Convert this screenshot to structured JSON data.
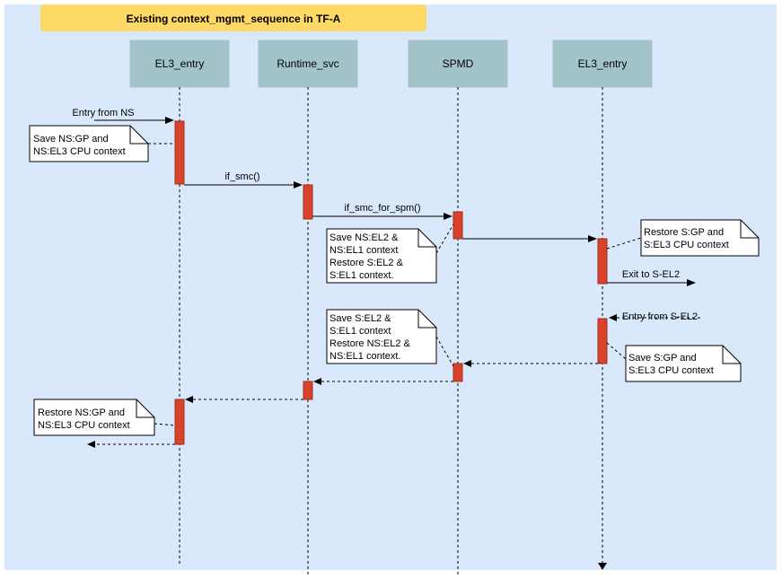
{
  "title": "Existing context_mgmt_sequence in TF-A",
  "lifelines": [
    {
      "id": "el3_entry_1",
      "label": "EL3_entry"
    },
    {
      "id": "runtime_svc",
      "label": "Runtime_svc"
    },
    {
      "id": "spmd",
      "label": "SPMD"
    },
    {
      "id": "el3_entry_2",
      "label": "EL3_entry"
    }
  ],
  "messages": {
    "entry_from_ns": "Entry from NS",
    "if_smc": "if_smc()",
    "if_smc_for_spm": "if_smc_for_spm()",
    "exit_to_sel2": "Exit to S-EL2",
    "entry_from_sel2": "Entry from S-EL2"
  },
  "notes": {
    "save_ns_gp": [
      "Save NS:GP and",
      "NS:EL3 CPU context"
    ],
    "save_ns_el2": [
      "Save NS:EL2 &",
      "NS:EL1 context",
      "Restore S:EL2 &",
      "S:EL1 context."
    ],
    "restore_s_gp": [
      "Restore S:GP and",
      "S:EL3 CPU context"
    ],
    "save_s_el2": [
      "Save S:EL2 &",
      "S:EL1 context",
      "Restore NS:EL2 &",
      "NS:EL1 context."
    ],
    "save_s_gp": [
      "Save S:GP and",
      "S:EL3 CPU context"
    ],
    "restore_ns_gp": [
      "Restore NS:GP and",
      "NS:EL3 CPU context"
    ]
  },
  "colors": {
    "background": "#dae8fc",
    "title_fill": "#ffd966",
    "header_fill": "#a2c4c9",
    "activation": "#d9412b",
    "note_fill": "#ffffff",
    "line": "#000000"
  }
}
